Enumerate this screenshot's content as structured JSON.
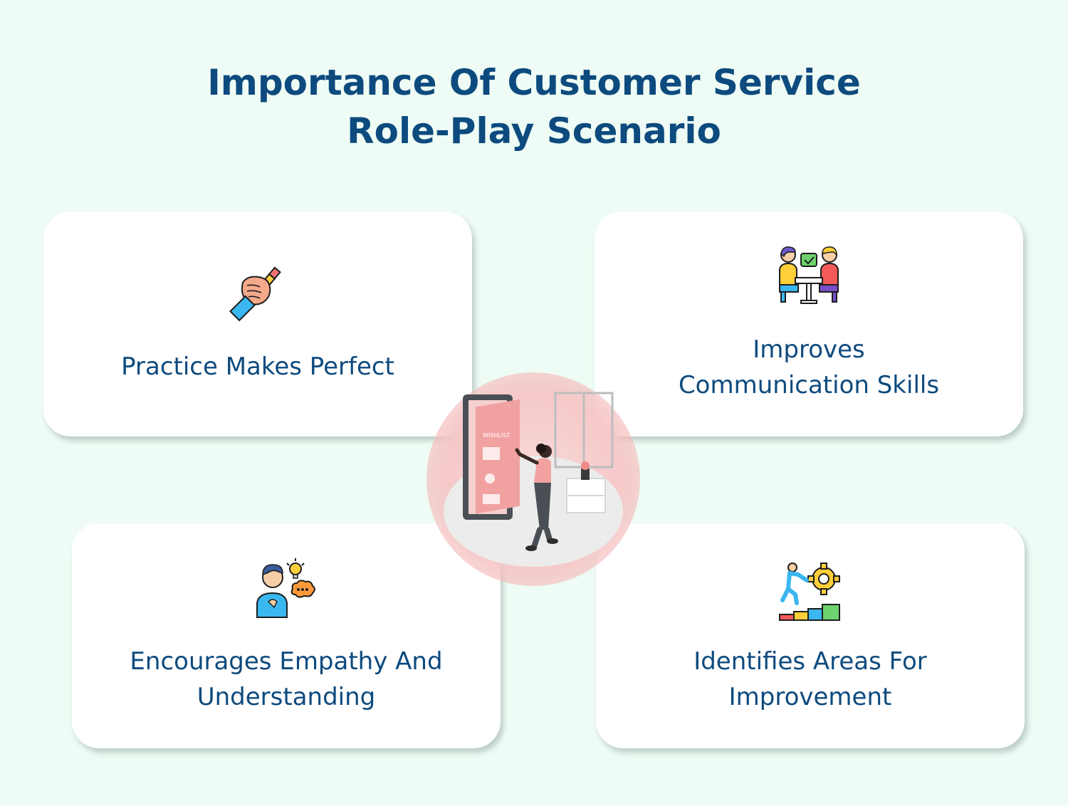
{
  "title": {
    "line1": "Importance Of Customer Service",
    "line2": "Role-Play Scenario"
  },
  "colors": {
    "background": "#eefcf5",
    "title": "#0d4a7e",
    "card": "#ffffff",
    "accent_glow": "#f4b8b8"
  },
  "cards": [
    {
      "label": "Practice Makes Perfect",
      "icon": "hand-with-pencil-icon"
    },
    {
      "label": "Improves\nCommunication Skills",
      "icon": "two-people-meeting-icon"
    },
    {
      "label": "Encourages Empathy And\nUnderstanding",
      "icon": "thinking-person-icon"
    },
    {
      "label": "Identifies Areas For\nImprovement",
      "icon": "person-pushing-gear-icon"
    }
  ],
  "center": {
    "illustration": "woman-at-wishlist-board-icon",
    "board_text": "WISHLIST"
  }
}
